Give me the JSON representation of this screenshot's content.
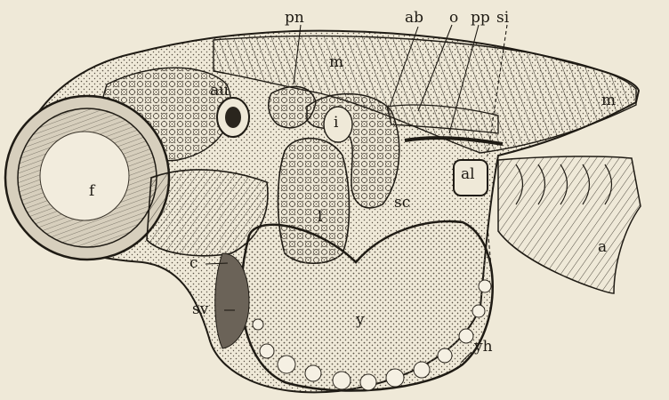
{
  "labels": {
    "pn": "pn",
    "ab": "ab",
    "o": "o",
    "pp": "pp",
    "si": "si",
    "m_top": "m",
    "m_right": "m",
    "au": "au",
    "i": "i",
    "l": "l",
    "f": "f",
    "al": "al",
    "sc": "sc",
    "a": "a",
    "c": "c",
    "sv": "sv",
    "y": "y",
    "yh": "yh"
  },
  "colors": {
    "background": "#efe9d8",
    "ink": "#1f1b14",
    "stipple": "#5a5246",
    "dark_mass": "#6b6358"
  }
}
